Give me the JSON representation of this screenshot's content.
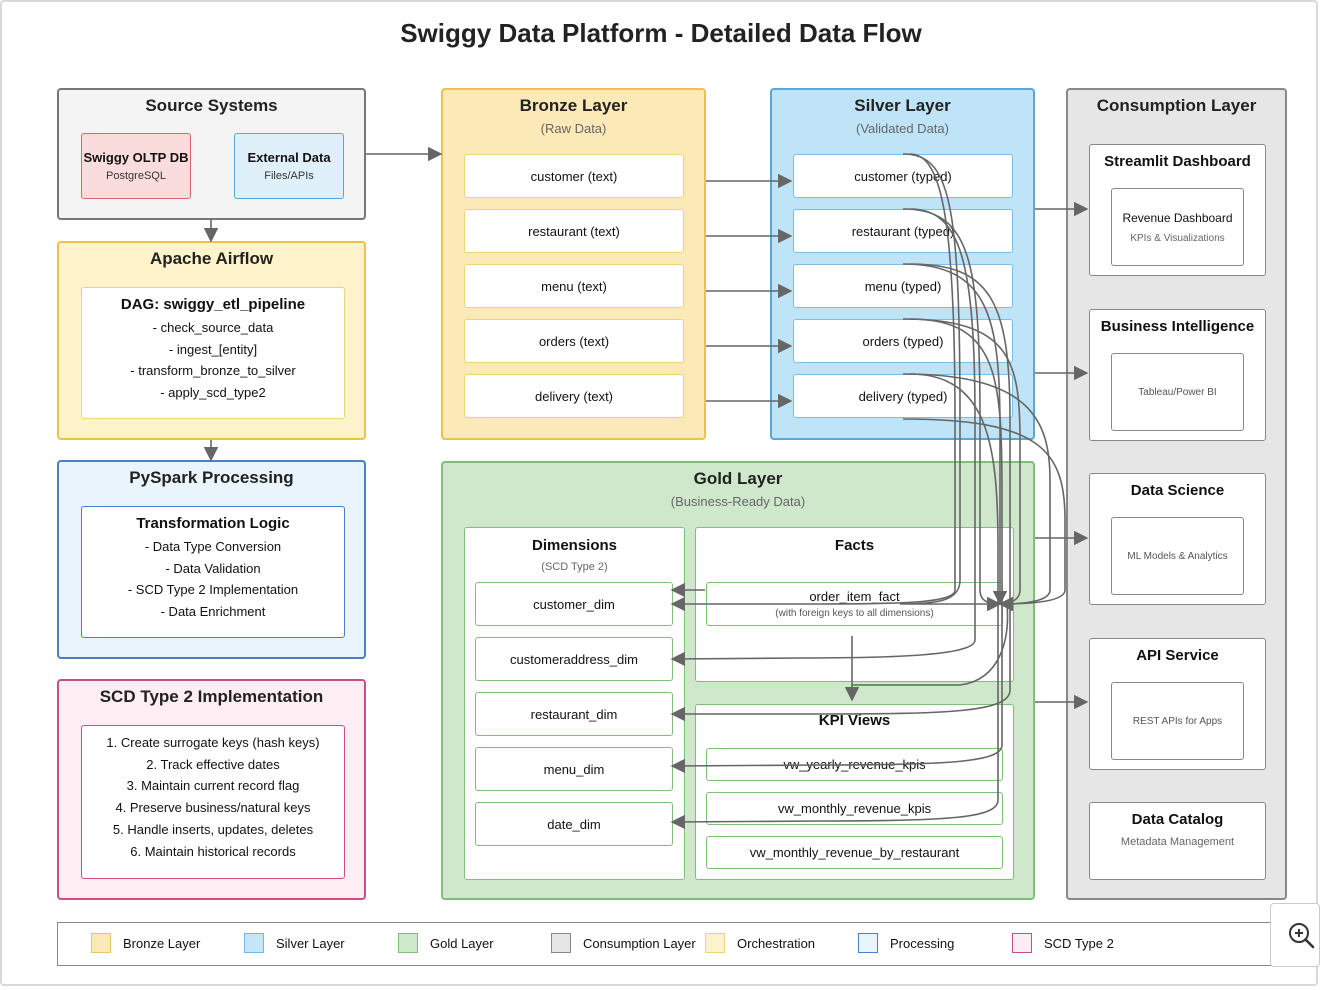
{
  "title": "Swiggy Data Platform - Detailed Data Flow",
  "source": {
    "title": "Source Systems",
    "oltp": {
      "title": "Swiggy OLTP DB",
      "sub": "PostgreSQL"
    },
    "external": {
      "title": "External Data",
      "sub": "Files/APIs"
    }
  },
  "airflow": {
    "title": "Apache Airflow",
    "dag_title": "DAG: swiggy_etl_pipeline",
    "lines": [
      "- check_source_data",
      "- ingest_[entity]",
      "- transform_bronze_to_silver",
      "- apply_scd_type2"
    ]
  },
  "pyspark": {
    "title": "PySpark Processing",
    "logic_title": "Transformation Logic",
    "lines": [
      "- Data Type Conversion",
      "- Data Validation",
      "- SCD Type 2 Implementation",
      "- Data Enrichment"
    ]
  },
  "scd": {
    "title": "SCD Type 2 Implementation",
    "lines": [
      "1. Create surrogate keys (hash keys)",
      "2. Track effective dates",
      "3. Maintain current record flag",
      "4. Preserve business/natural keys",
      "5. Handle inserts, updates, deletes",
      "6. Maintain historical records"
    ]
  },
  "bronze": {
    "title": "Bronze Layer",
    "sub": "(Raw Data)",
    "items": [
      "customer (text)",
      "restaurant (text)",
      "menu (text)",
      "orders (text)",
      "delivery (text)"
    ]
  },
  "silver": {
    "title": "Silver Layer",
    "sub": "(Validated Data)",
    "items": [
      "customer (typed)",
      "restaurant (typed)",
      "menu (typed)",
      "orders (typed)",
      "delivery (typed)"
    ]
  },
  "gold": {
    "title": "Gold Layer",
    "sub": "(Business-Ready Data)",
    "dimensions": {
      "title": "Dimensions",
      "sub": "(SCD Type 2)",
      "items": [
        "customer_dim",
        "customeraddress_dim",
        "restaurant_dim",
        "menu_dim",
        "date_dim"
      ]
    },
    "facts": {
      "title": "Facts",
      "fact": "order_item_fact",
      "fact_sub": "(with foreign keys to all dimensions)"
    },
    "kpi": {
      "title": "KPI Views",
      "items": [
        "vw_yearly_revenue_kpis",
        "vw_monthly_revenue_kpis",
        "vw_monthly_revenue_by_restaurant"
      ]
    }
  },
  "consumption": {
    "title": "Consumption Layer",
    "streamlit": {
      "title": "Streamlit Dashboard",
      "box_title": "Revenue Dashboard",
      "box_sub": "KPIs & Visualizations"
    },
    "bi": {
      "title": "Business Intelligence",
      "box_title": "Tableau/Power BI"
    },
    "ds": {
      "title": "Data Science",
      "box_title": "ML Models & Analytics"
    },
    "api": {
      "title": "API Service",
      "box_title": "REST APIs for Apps"
    },
    "catalog": {
      "title": "Data Catalog",
      "sub": "Metadata Management"
    }
  },
  "legend": [
    {
      "label": "Bronze Layer",
      "fill": "#fbe9b7",
      "stroke": "#e8c468"
    },
    {
      "label": "Silver Layer",
      "fill": "#c6e5f7",
      "stroke": "#6fb8e0"
    },
    {
      "label": "Gold Layer",
      "fill": "#cfe8cc",
      "stroke": "#7fbf7a"
    },
    {
      "label": "Consumption Layer",
      "fill": "#e6e6e6",
      "stroke": "#888888"
    },
    {
      "label": "Orchestration",
      "fill": "#fff3cc",
      "stroke": "#f0d27a"
    },
    {
      "label": "Processing",
      "fill": "#e9f4fc",
      "stroke": "#4a7ec7"
    },
    {
      "label": "SCD Type 2",
      "fill": "#fdeef4",
      "stroke": "#c94f86"
    }
  ],
  "colors": {
    "bronze": "#fbe9b7",
    "bronze_border": "#f0c04b",
    "silver": "#bfe3f7",
    "silver_border": "#5aa7d6",
    "gold": "#cfe8cc",
    "gold_border": "#7fbf7a",
    "consumption": "#e6e6e6",
    "consumption_border": "#888888",
    "airflow": "#fff3cc",
    "airflow_border": "#f0c04b",
    "pyspark": "#e9f4fc",
    "pyspark_border": "#4a7ec7",
    "scd": "#fdeef4",
    "scd_border": "#c94f86",
    "arrow": "#666666"
  },
  "icons": {
    "zoom": "zoom-in-icon"
  }
}
